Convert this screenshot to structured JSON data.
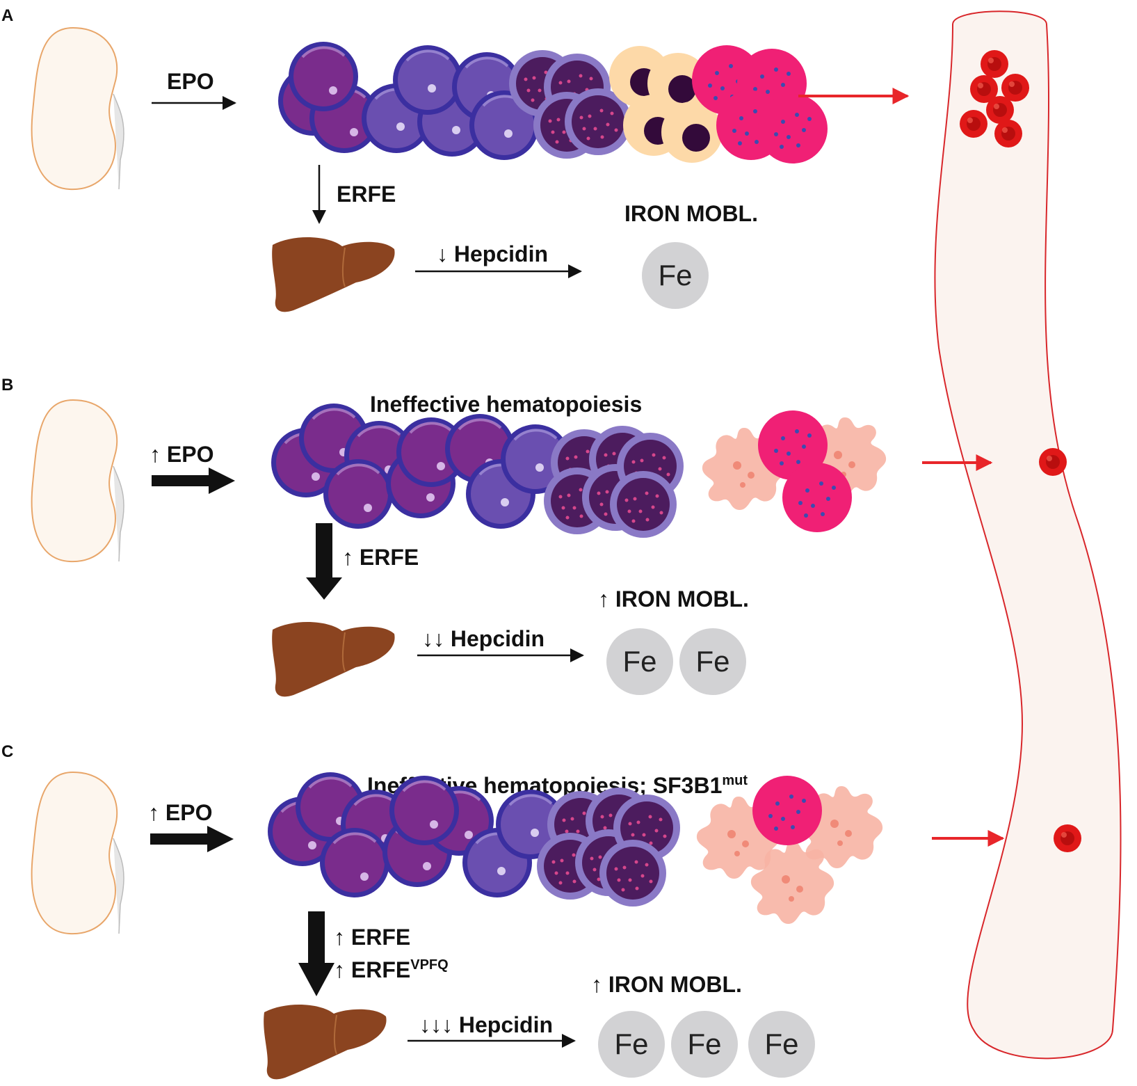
{
  "panels": [
    {
      "letter": "A",
      "epo_label": "EPO",
      "erfe_labels": [
        "ERFE"
      ],
      "hepcidin_label": "↓ Hepcidin",
      "iron_label": "IRON MOBL.",
      "fe_labels": [
        "Fe"
      ],
      "title": "",
      "title_sup": ""
    },
    {
      "letter": "B",
      "epo_label": "↑ EPO",
      "erfe_labels": [
        "↑ ERFE"
      ],
      "hepcidin_label": "↓↓ Hepcidin",
      "iron_label": "↑ IRON MOBL.",
      "fe_labels": [
        "Fe",
        "Fe"
      ],
      "title": "Ineffective hematopoiesis",
      "title_sup": ""
    },
    {
      "letter": "C",
      "epo_label": "↑ EPO",
      "erfe_labels": [
        "↑ ERFE",
        "↑ ERFE"
      ],
      "erfe_sup": "VPFQ",
      "hepcidin_label": "↓↓↓ Hepcidin",
      "iron_label": "↑ IRON MOBL.",
      "fe_labels": [
        "Fe",
        "Fe",
        "Fe"
      ],
      "title": "Ineffective hematopoiesis; SF3B1",
      "title_sup": "mut"
    }
  ],
  "colors": {
    "kidney_fill": "#fdf6ee",
    "kidney_stroke": "#e8a66a",
    "liver": "#8b4420",
    "arrow_red": "#e8262a",
    "vessel_fill": "#fbf3ef",
    "vessel_stroke": "#d8262a",
    "erythroblast_dark": "#3b2fa0",
    "erythroblast_mid": "#7a2c8c",
    "erythroblast_light": "#6a4fb0",
    "reticulocyte_pink": "#f02075",
    "sideroblast_shell": "#8a79c6",
    "normoblast_peach": "#fdd9a8",
    "macrophage": "#f7b4a4",
    "iron_circle": "#d2d2d4",
    "rbc_red": "#e01818"
  }
}
